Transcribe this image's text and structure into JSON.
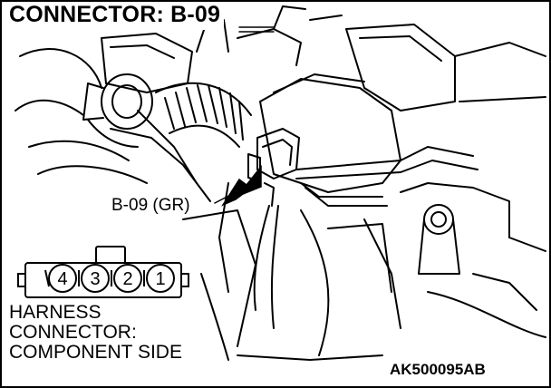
{
  "title": "CONNECTOR: B-09",
  "callout": "B-09 (GR)",
  "caption": {
    "line1": "HARNESS",
    "line2": "CONNECTOR:",
    "line3": "COMPONENT SIDE"
  },
  "figure_code": "AK500095AB",
  "connector": {
    "pins": [
      "4",
      "3",
      "2",
      "1"
    ]
  }
}
